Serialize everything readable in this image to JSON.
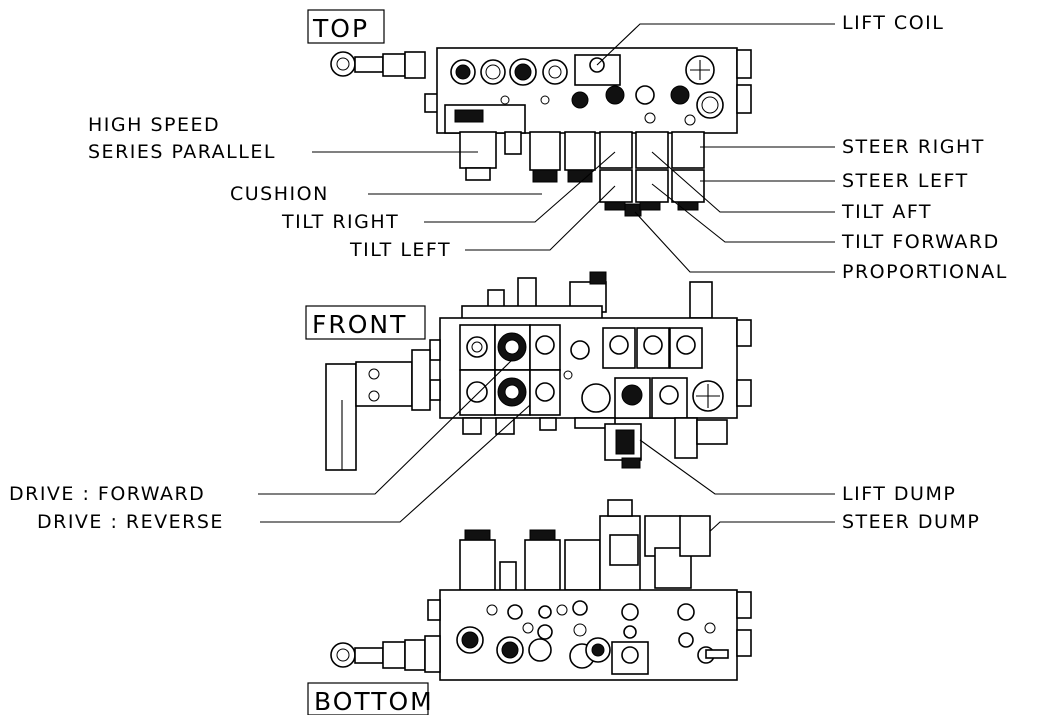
{
  "views": {
    "top": "TOP",
    "front": "FRONT",
    "bottom": "BOTTOM"
  },
  "callouts": {
    "lift_coil": "LIFT COIL",
    "high_speed_line1": "HIGH SPEED",
    "high_speed_line2": "SERIES PARALLEL",
    "cushion": "CUSHION",
    "tilt_right": "TILT RIGHT",
    "tilt_left": "TILT LEFT",
    "steer_right": "STEER RIGHT",
    "steer_left": "STEER LEFT",
    "tilt_aft": "TILT AFT",
    "tilt_forward": "TILT FORWARD",
    "proportional": "PROPORTIONAL",
    "drive_forward": "DRIVE : FORWARD",
    "drive_reverse": "DRIVE : REVERSE",
    "lift_dump": "LIFT DUMP",
    "steer_dump": "STEER DUMP"
  }
}
